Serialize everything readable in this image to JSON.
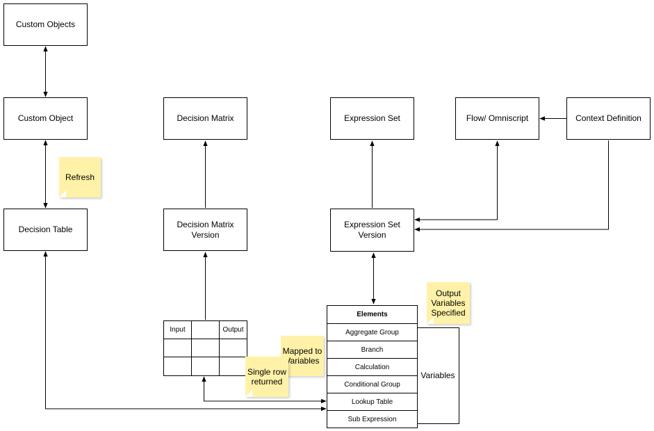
{
  "nodes": {
    "custom_objects": "Custom Objects",
    "custom_object": "Custom Object",
    "decision_table": "Decision Table",
    "decision_matrix": "Decision Matrix",
    "decision_matrix_version": "Decision Matrix\nVersion",
    "expression_set": "Expression Set",
    "expression_set_version": "Expression Set\nVersion",
    "flow_omniscript": "Flow/ Omniscript",
    "context_definition": "Context Definition"
  },
  "notes": {
    "refresh": "Refresh",
    "output_variables": "Output\nVariables\nSpecified",
    "mapped_to_variables": "Mapped to\nVariables",
    "single_row": "Single row\nreturned"
  },
  "matrix_table": {
    "headers": [
      "Input",
      "",
      "Output"
    ]
  },
  "elements": {
    "header": "Elements",
    "items": [
      "Aggregate Group",
      "Branch",
      "Calculation",
      "Conditional Group",
      "Lookup Table",
      "Sub Expression"
    ]
  },
  "variables_label": "Variables"
}
